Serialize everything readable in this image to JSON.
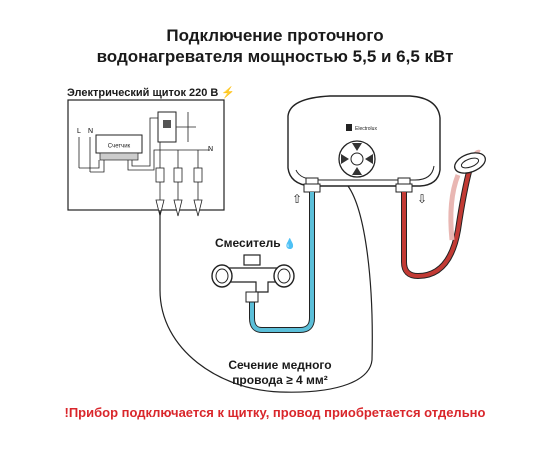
{
  "header": {
    "line1": "Подключение проточного",
    "line2": "водонагревателя мощностью 5,5 и 6,5 кВт"
  },
  "panel": {
    "label": "Электрический щиток 220 В",
    "bolt_icon": "lightning-bolt-icon",
    "L": "L",
    "N_left": "N",
    "meter": "Счетчик",
    "N_right": "N"
  },
  "heater": {
    "brand": "Electrolux",
    "arrow_up": "⇧",
    "arrow_down": "⇩"
  },
  "mixer": {
    "label": "Смеситель",
    "drop_icon": "water-drop-icon"
  },
  "cable": {
    "line1": "Сечение медного",
    "line2": "провода ≥ 4 мм²"
  },
  "footer": {
    "note": "!Прибор подключается к щитку, провод приобретается отдельно"
  },
  "colors": {
    "cold_pipe": "#5bbfd9",
    "hot_pipe": "#c23a34",
    "note_red": "#d9262b"
  }
}
